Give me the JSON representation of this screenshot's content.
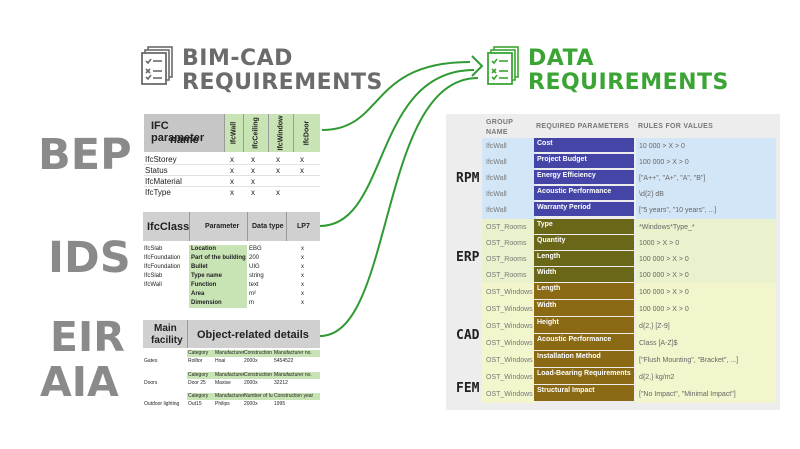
{
  "headers": {
    "left_line1": "BIM-CAD",
    "left_line2": "REQUIREMENTS",
    "right_line1": "DATA",
    "right_line2": "REQUIREMENTS"
  },
  "side_labels": [
    "BEP",
    "IDS",
    "EIR",
    "AIA"
  ],
  "colors": {
    "green": "#3aa534",
    "gray_text": "#8a8a8a",
    "line": "#2f9a32"
  },
  "ifc_table": {
    "title_line1": "IFC parameter",
    "title_line2": "name",
    "columns": [
      "IfcWall",
      "IfcCeiling",
      "IfcWindow",
      "IfcDoor"
    ],
    "rows": [
      {
        "name": "IfcStorey",
        "marks": [
          "x",
          "x",
          "x",
          "x"
        ]
      },
      {
        "name": "Status",
        "marks": [
          "x",
          "x",
          "x",
          "x"
        ]
      },
      {
        "name": "IfcMaterial",
        "marks": [
          "x",
          "x",
          "",
          ""
        ]
      },
      {
        "name": "IfcType",
        "marks": [
          "x",
          "x",
          "x",
          ""
        ]
      }
    ]
  },
  "ids_table": {
    "headers": [
      "IfcClass",
      "Parameter",
      "Data type",
      "LP7"
    ],
    "rows": [
      {
        "cls": "IfcSlab",
        "param": "Location",
        "type": "EBG",
        "lp": "x"
      },
      {
        "cls": "IfcFoundation",
        "param": "Part of the building",
        "type": "200",
        "lp": "x"
      },
      {
        "cls": "IfcFoundation",
        "param": "Bullet",
        "type": "UIG",
        "lp": "x"
      },
      {
        "cls": "IfcSlab",
        "param": "Type name",
        "type": "string",
        "lp": "x"
      },
      {
        "cls": "IfcWall",
        "param": "Function",
        "type": "text",
        "lp": "x"
      },
      {
        "cls": "",
        "param": "Area",
        "type": "m²",
        "lp": "x"
      },
      {
        "cls": "",
        "param": "Dimension",
        "type": "m",
        "lp": "x"
      }
    ]
  },
  "eir_table": {
    "left_header_line1": "Main",
    "left_header_line2": "facility",
    "right_header": "Object-related details",
    "blocks": [
      {
        "headers": [
          "Category",
          "Manufacturer",
          "Construction",
          "Manufacturer no."
        ],
        "name": "Gates",
        "values": [
          "Rolltor",
          "Hoai",
          "2000x",
          "5454522"
        ]
      },
      {
        "headers": [
          "Category",
          "Manufacturer",
          "Construction",
          "Manufacturer no."
        ],
        "name": "Doors",
        "values": [
          "Door 25",
          "Maxise",
          "2000x",
          "32212"
        ]
      },
      {
        "headers": [
          "Category",
          "Manufacturer",
          "Number of lu",
          "Construction year"
        ],
        "name": "Outdoor lighting",
        "values": [
          "Out15",
          "Philips",
          "2000x",
          "1995"
        ]
      }
    ]
  },
  "data_table": {
    "headers": [
      "GROUP NAME",
      "REQUIRED PARAMETERS",
      "RULES FOR VALUES"
    ],
    "groups": [
      "RPM",
      "ERP",
      "CAD",
      "FEM"
    ],
    "rows": [
      {
        "group": "IfcWall",
        "param": "Cost",
        "rule": "10 000 > X > 0",
        "section": "rpm"
      },
      {
        "group": "IfcWall",
        "param": "Project Budget",
        "rule": "100 000 > X > 0",
        "section": "rpm"
      },
      {
        "group": "IfcWall",
        "param": "Energy Efficiency",
        "rule": "[\"A++\", \"A+\", \"A\", \"B\"]",
        "section": "rpm"
      },
      {
        "group": "IfcWall",
        "param": "Acoustic Performance",
        "rule": "\\d{2} dB",
        "section": "rpm"
      },
      {
        "group": "IfcWall",
        "param": "Warranty Period",
        "rule": "[\"5 years\", \"10 years\", ...]",
        "section": "rpm"
      },
      {
        "group": "OST_Rooms",
        "param": "Type",
        "rule": "*Windows*Type_*",
        "section": "erp"
      },
      {
        "group": "OST_Rooms",
        "param": "Quantity",
        "rule": "1000 > X > 0",
        "section": "erp"
      },
      {
        "group": "OST_Rooms",
        "param": "Length",
        "rule": "100 000 > X > 0",
        "section": "erp"
      },
      {
        "group": "OST_Rooms",
        "param": "Width",
        "rule": "100 000 > X > 0",
        "section": "erp"
      },
      {
        "group": "OST_Windows",
        "param": "Length",
        "rule": "100 000 > X > 0",
        "section": "cad"
      },
      {
        "group": "OST_Windows",
        "param": "Width",
        "rule": "100 000 > X > 0",
        "section": "cad"
      },
      {
        "group": "OST_Windows",
        "param": "Height",
        "rule": "d{2,} [Z-9]",
        "section": "cad"
      },
      {
        "group": "OST_Windows",
        "param": "Acoustic Performance",
        "rule": "Class [A-Z]$",
        "section": "cad"
      },
      {
        "group": "OST_Windows",
        "param": "Installation Method",
        "rule": "[\"Flush Mounting\", \"Bracket\", ...]",
        "section": "cad"
      },
      {
        "group": "OST_Windows",
        "param": "Load-Bearing Requirements",
        "rule": "d{2,} kg/m2",
        "section": "fem"
      },
      {
        "group": "OST_Windows",
        "param": "Structural Impact",
        "rule": "[\"No Impact\", \"Minimal Impact\"]",
        "section": "fem"
      }
    ]
  }
}
